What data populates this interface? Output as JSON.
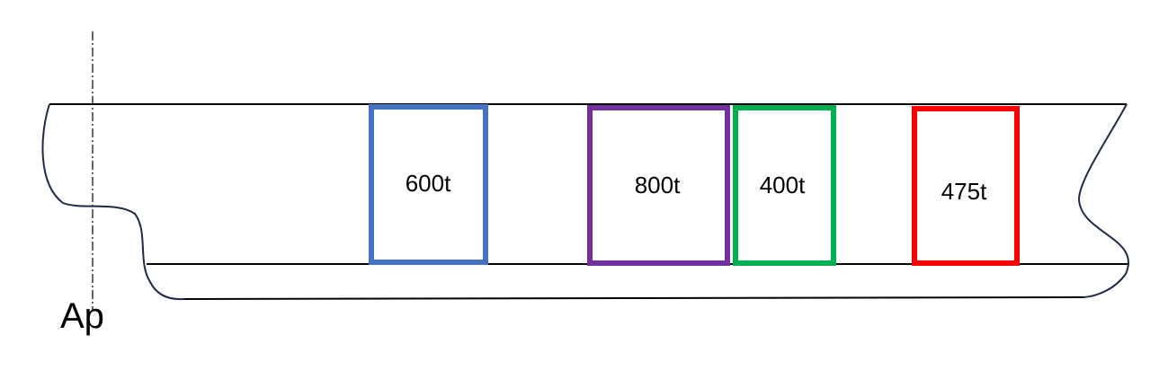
{
  "diagram": {
    "reference_label": "Ap",
    "weights": [
      {
        "label": "600t",
        "color": "#4472c4"
      },
      {
        "label": "800t",
        "color": "#7030a0"
      },
      {
        "label": "400t",
        "color": "#00b050"
      },
      {
        "label": "475t",
        "color": "#ff0000"
      }
    ]
  }
}
